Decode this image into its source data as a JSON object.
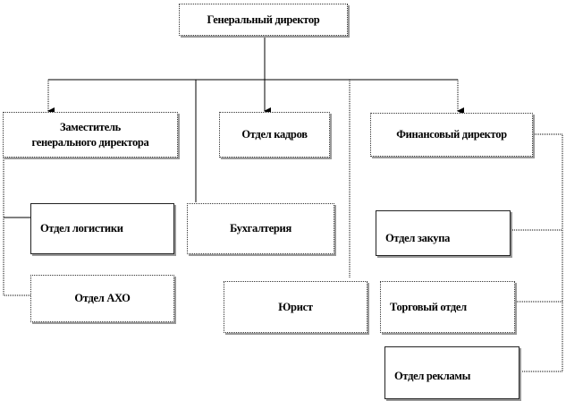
{
  "boxes": {
    "ceo": "Генеральный директор",
    "deputy_line1": "Заместитель",
    "deputy_line2": "генерального директора",
    "hr": "Отдел кадров",
    "cfo": "Финансовый директор",
    "logistics": "Отдел логистики",
    "accounting": "Бухгалтерия",
    "admin": "Отдел АХО",
    "lawyer": "Юрист",
    "purchasing": "Отдел закупа",
    "sales": "Торговый отдел",
    "advertising": "Отдел рекламы"
  }
}
